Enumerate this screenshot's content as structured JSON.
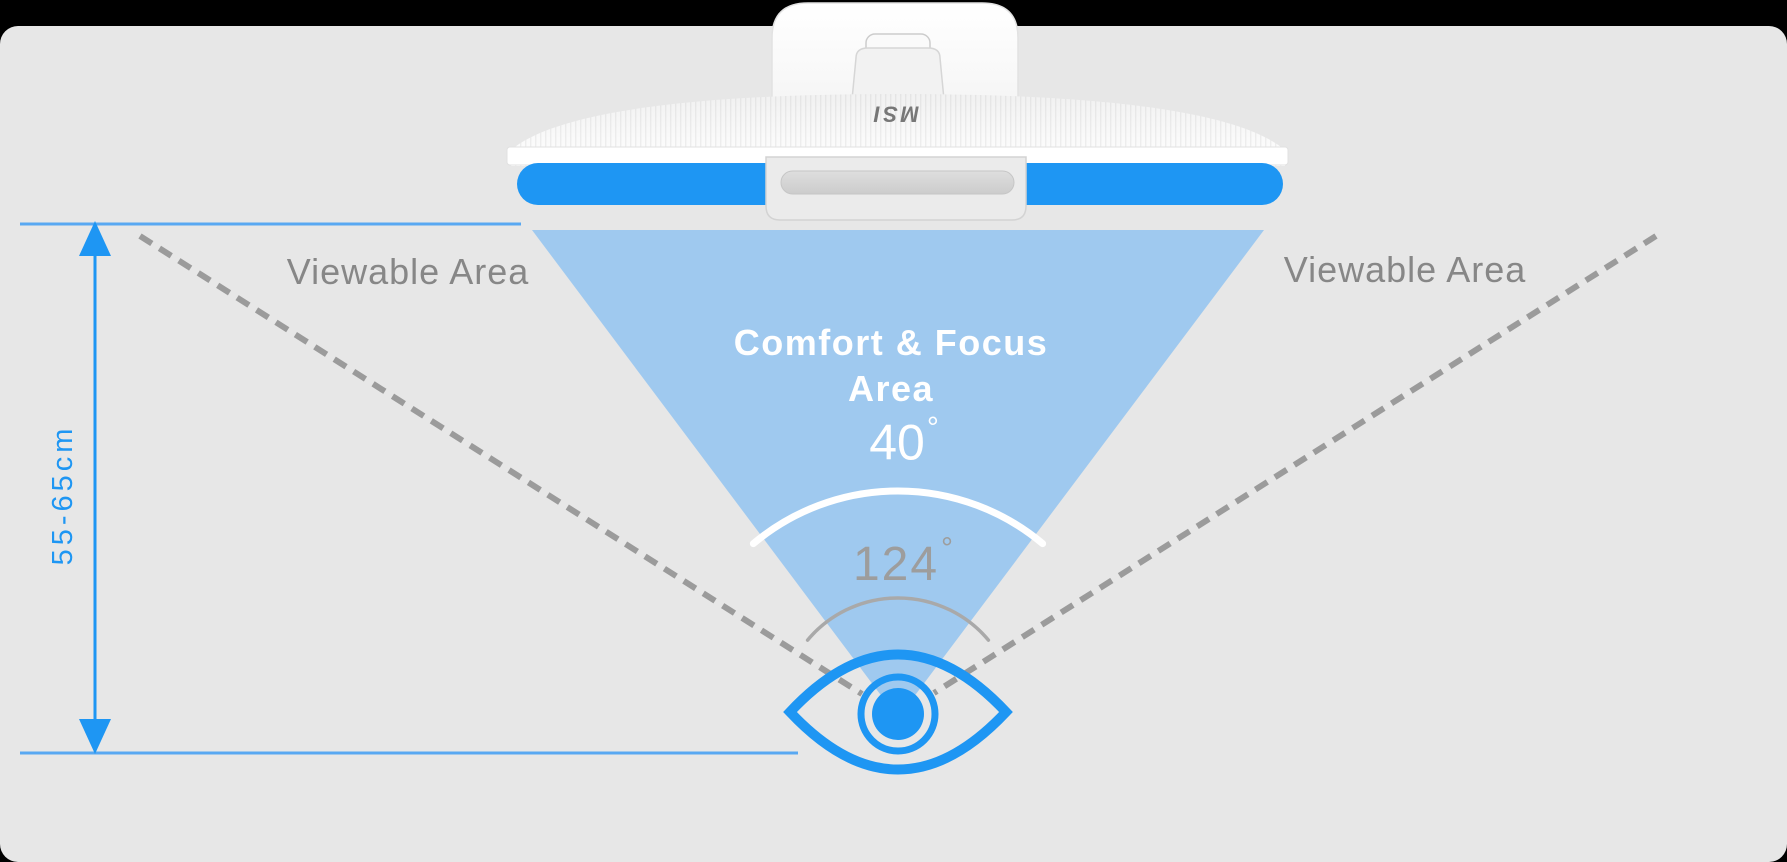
{
  "labels": {
    "viewable_area_left": "Viewable Area",
    "viewable_area_right": "Viewable Area",
    "comfort_focus_line1": "Comfort & Focus",
    "comfort_focus_line2": "Area",
    "comfort_angle_value": "40",
    "comfort_angle_unit": "°",
    "viewable_angle_value": "124",
    "viewable_angle_unit": "°",
    "distance_range": "55-65cm"
  },
  "monitor": {
    "logo": "MSI"
  },
  "colors": {
    "accent_blue": "#1E96F3",
    "line_blue": "#58A8F2",
    "cone_blue": "#9FC9EF",
    "panel_gray": "#E7E7E7",
    "canvas_black": "#000000",
    "text_gray": "#878787",
    "angle_gray": "#9D9D9D",
    "dash_gray": "#9B9B9B",
    "arc_gray": "#A9A9A9",
    "logo_gray": "#777777",
    "white": "#FFFFFF"
  }
}
